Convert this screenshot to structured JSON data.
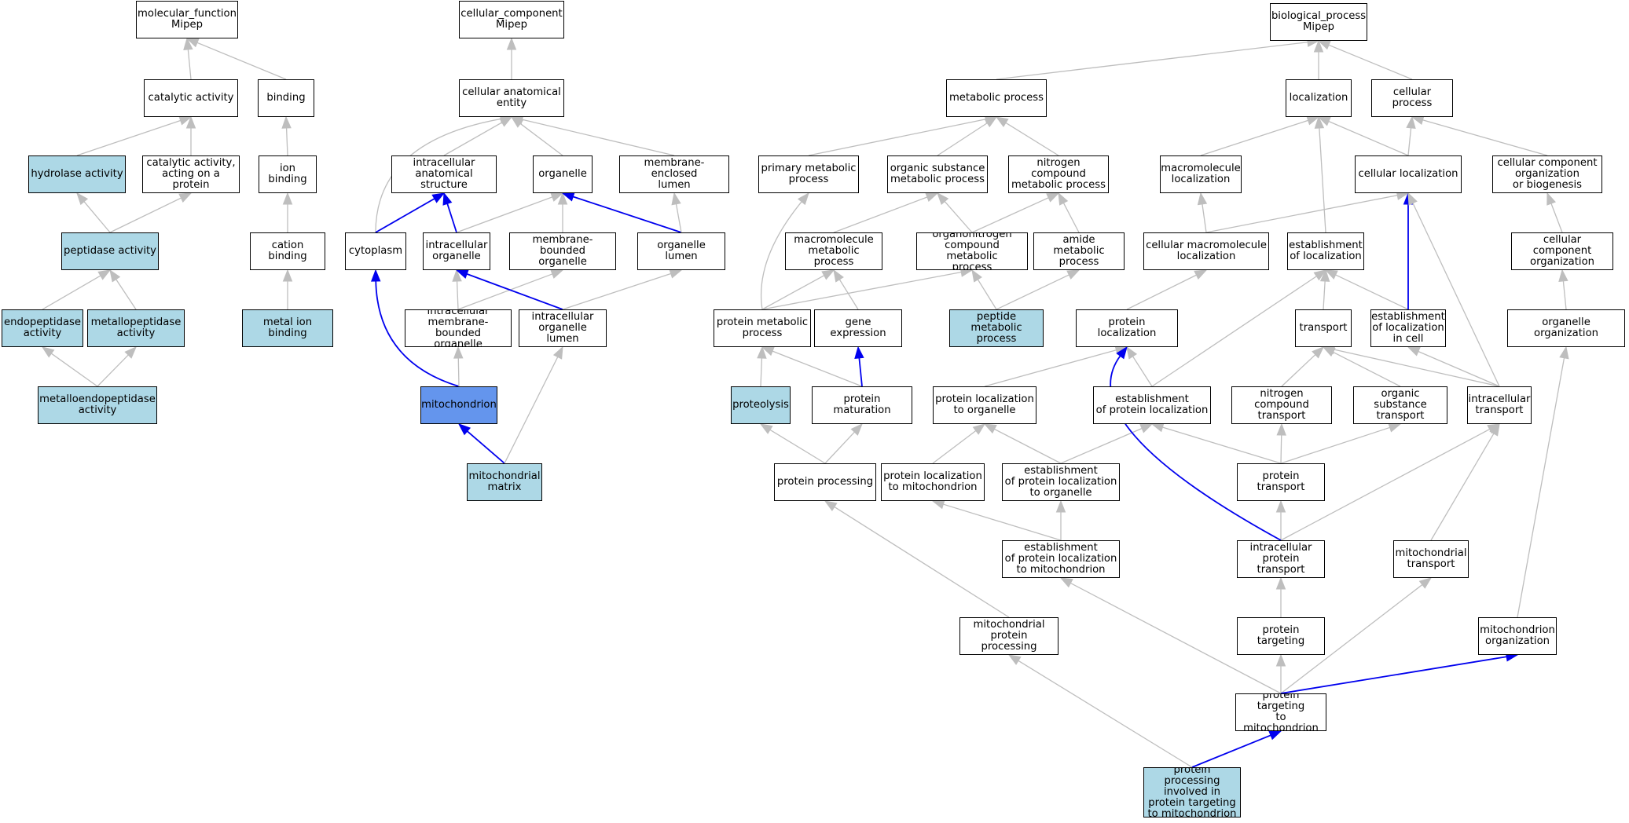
{
  "colors": {
    "edge_gray": "#bebebe",
    "edge_blue": "#0000ee",
    "node_highlight": "#add8e6",
    "node_focus": "#6495ed",
    "node_border": "#000000"
  },
  "nodes": [
    {
      "id": "mf_root",
      "label": "molecular_function\nMipep",
      "style": "plain"
    },
    {
      "id": "catalytic",
      "label": "catalytic activity",
      "style": "plain"
    },
    {
      "id": "binding",
      "label": "binding",
      "style": "plain"
    },
    {
      "id": "hydrolase",
      "label": "hydrolase activity",
      "style": "highlight"
    },
    {
      "id": "cat_protein",
      "label": "catalytic activity,\nacting on a\nprotein",
      "style": "plain"
    },
    {
      "id": "ion_binding",
      "label": "ion binding",
      "style": "plain"
    },
    {
      "id": "peptidase",
      "label": "peptidase activity",
      "style": "highlight"
    },
    {
      "id": "cation_binding",
      "label": "cation binding",
      "style": "plain"
    },
    {
      "id": "endopeptidase",
      "label": "endopeptidase\nactivity",
      "style": "highlight"
    },
    {
      "id": "metallopeptidase",
      "label": "metallopeptidase\nactivity",
      "style": "highlight"
    },
    {
      "id": "metal_ion",
      "label": "metal ion binding",
      "style": "highlight"
    },
    {
      "id": "metalloendo",
      "label": "metalloendopeptidase\nactivity",
      "style": "highlight"
    },
    {
      "id": "cc_root",
      "label": "cellular_component\nMipep",
      "style": "plain"
    },
    {
      "id": "cae",
      "label": "cellular anatomical\nentity",
      "style": "plain"
    },
    {
      "id": "ias",
      "label": "intracellular\nanatomical structure",
      "style": "plain"
    },
    {
      "id": "organelle",
      "label": "organelle",
      "style": "plain"
    },
    {
      "id": "mel",
      "label": "membrane-enclosed\nlumen",
      "style": "plain"
    },
    {
      "id": "cytoplasm",
      "label": "cytoplasm",
      "style": "plain"
    },
    {
      "id": "intra_org",
      "label": "intracellular\norganelle",
      "style": "plain"
    },
    {
      "id": "mbo",
      "label": "membrane-bounded\norganelle",
      "style": "plain"
    },
    {
      "id": "org_lumen",
      "label": "organelle lumen",
      "style": "plain"
    },
    {
      "id": "imbo",
      "label": "intracellular\nmembrane-bounded\norganelle",
      "style": "plain"
    },
    {
      "id": "iol",
      "label": "intracellular\norganelle lumen",
      "style": "plain"
    },
    {
      "id": "mitochondrion",
      "label": "mitochondrion",
      "style": "focus"
    },
    {
      "id": "mito_matrix",
      "label": "mitochondrial\nmatrix",
      "style": "highlight"
    },
    {
      "id": "bp_root",
      "label": "biological_process\nMipep",
      "style": "plain"
    },
    {
      "id": "metabolic",
      "label": "metabolic process",
      "style": "plain"
    },
    {
      "id": "localization",
      "label": "localization",
      "style": "plain"
    },
    {
      "id": "cellular_process",
      "label": "cellular process",
      "style": "plain"
    },
    {
      "id": "primary_met",
      "label": "primary metabolic\nprocess",
      "style": "plain"
    },
    {
      "id": "org_sub_met",
      "label": "organic substance\nmetabolic process",
      "style": "plain"
    },
    {
      "id": "nitrogen_met",
      "label": "nitrogen compound\nmetabolic process",
      "style": "plain"
    },
    {
      "id": "macromol_loc",
      "label": "macromolecule\nlocalization",
      "style": "plain"
    },
    {
      "id": "cell_loc",
      "label": "cellular localization",
      "style": "plain"
    },
    {
      "id": "ccob",
      "label": "cellular component\norganization\nor biogenesis",
      "style": "plain"
    },
    {
      "id": "macromol_met",
      "label": "macromolecule\nmetabolic process",
      "style": "plain"
    },
    {
      "id": "organonitrogen",
      "label": "organonitrogen\ncompound metabolic\nprocess",
      "style": "plain"
    },
    {
      "id": "amide_met",
      "label": "amide metabolic\nprocess",
      "style": "plain"
    },
    {
      "id": "cell_macromol_loc",
      "label": "cellular macromolecule\nlocalization",
      "style": "plain"
    },
    {
      "id": "estab_loc",
      "label": "establishment\nof localization",
      "style": "plain"
    },
    {
      "id": "cc_org",
      "label": "cellular component\norganization",
      "style": "plain"
    },
    {
      "id": "protein_met",
      "label": "protein metabolic\nprocess",
      "style": "plain"
    },
    {
      "id": "gene_expr",
      "label": "gene expression",
      "style": "plain"
    },
    {
      "id": "peptide_met",
      "label": "peptide metabolic\nprocess",
      "style": "highlight"
    },
    {
      "id": "protein_loc",
      "label": "protein localization",
      "style": "plain"
    },
    {
      "id": "transport",
      "label": "transport",
      "style": "plain"
    },
    {
      "id": "estab_loc_cell",
      "label": "establishment\nof localization\nin cell",
      "style": "plain"
    },
    {
      "id": "organelle_org",
      "label": "organelle organization",
      "style": "plain"
    },
    {
      "id": "proteolysis",
      "label": "proteolysis",
      "style": "highlight"
    },
    {
      "id": "protein_mat",
      "label": "protein maturation",
      "style": "plain"
    },
    {
      "id": "prot_loc_org",
      "label": "protein localization\nto organelle",
      "style": "plain"
    },
    {
      "id": "estab_prot_loc",
      "label": "establishment\nof protein localization",
      "style": "plain"
    },
    {
      "id": "nitrogen_transport",
      "label": "nitrogen compound\ntransport",
      "style": "plain"
    },
    {
      "id": "org_sub_transport",
      "label": "organic substance\ntransport",
      "style": "plain"
    },
    {
      "id": "intra_transport",
      "label": "intracellular\ntransport",
      "style": "plain"
    },
    {
      "id": "protein_processing",
      "label": "protein processing",
      "style": "plain"
    },
    {
      "id": "prot_loc_mito",
      "label": "protein localization\nto mitochondrion",
      "style": "plain"
    },
    {
      "id": "estab_prot_loc_org",
      "label": "establishment\nof protein localization\nto organelle",
      "style": "plain"
    },
    {
      "id": "protein_transport",
      "label": "protein transport",
      "style": "plain"
    },
    {
      "id": "estab_prot_loc_mito",
      "label": "establishment\nof protein localization\nto mitochondrion",
      "style": "plain"
    },
    {
      "id": "intra_prot_transport",
      "label": "intracellular\nprotein transport",
      "style": "plain"
    },
    {
      "id": "mito_transport",
      "label": "mitochondrial\ntransport",
      "style": "plain"
    },
    {
      "id": "mito_prot_proc",
      "label": "mitochondrial\nprotein processing",
      "style": "plain"
    },
    {
      "id": "protein_targeting",
      "label": "protein targeting",
      "style": "plain"
    },
    {
      "id": "mito_org",
      "label": "mitochondrion\norganization",
      "style": "plain"
    },
    {
      "id": "prot_target_mito",
      "label": "protein targeting\nto mitochondrion",
      "style": "plain"
    },
    {
      "id": "ppitm",
      "label": "protein processing\ninvolved in\nprotein targeting\nto mitochondrion",
      "style": "highlight"
    }
  ],
  "edges": [
    {
      "from": "catalytic",
      "to": "mf_root",
      "color": "gray"
    },
    {
      "from": "binding",
      "to": "mf_root",
      "color": "gray"
    },
    {
      "from": "hydrolase",
      "to": "catalytic",
      "color": "gray"
    },
    {
      "from": "cat_protein",
      "to": "catalytic",
      "color": "gray"
    },
    {
      "from": "ion_binding",
      "to": "binding",
      "color": "gray"
    },
    {
      "from": "peptidase",
      "to": "hydrolase",
      "color": "gray"
    },
    {
      "from": "peptidase",
      "to": "cat_protein",
      "color": "gray"
    },
    {
      "from": "cation_binding",
      "to": "ion_binding",
      "color": "gray"
    },
    {
      "from": "endopeptidase",
      "to": "peptidase",
      "color": "gray"
    },
    {
      "from": "metallopeptidase",
      "to": "peptidase",
      "color": "gray"
    },
    {
      "from": "metal_ion",
      "to": "cation_binding",
      "color": "gray"
    },
    {
      "from": "metalloendo",
      "to": "endopeptidase",
      "color": "gray"
    },
    {
      "from": "metalloendo",
      "to": "metallopeptidase",
      "color": "gray"
    },
    {
      "from": "cae",
      "to": "cc_root",
      "color": "gray"
    },
    {
      "from": "ias",
      "to": "cae",
      "color": "gray"
    },
    {
      "from": "organelle",
      "to": "cae",
      "color": "gray"
    },
    {
      "from": "mel",
      "to": "cae",
      "color": "gray"
    },
    {
      "from": "cytoplasm",
      "to": "cae",
      "color": "gray",
      "curve": true
    },
    {
      "from": "cytoplasm",
      "to": "ias",
      "color": "blue"
    },
    {
      "from": "intra_org",
      "to": "ias",
      "color": "blue"
    },
    {
      "from": "intra_org",
      "to": "organelle",
      "color": "gray"
    },
    {
      "from": "mbo",
      "to": "organelle",
      "color": "gray"
    },
    {
      "from": "org_lumen",
      "to": "organelle",
      "color": "blue"
    },
    {
      "from": "org_lumen",
      "to": "mel",
      "color": "gray"
    },
    {
      "from": "imbo",
      "to": "intra_org",
      "color": "gray"
    },
    {
      "from": "imbo",
      "to": "mbo",
      "color": "gray"
    },
    {
      "from": "iol",
      "to": "intra_org",
      "color": "blue"
    },
    {
      "from": "iol",
      "to": "org_lumen",
      "color": "gray"
    },
    {
      "from": "mitochondrion",
      "to": "cytoplasm",
      "color": "blue",
      "curve": true
    },
    {
      "from": "mitochondrion",
      "to": "imbo",
      "color": "gray"
    },
    {
      "from": "mito_matrix",
      "to": "mitochondrion",
      "color": "blue"
    },
    {
      "from": "mito_matrix",
      "to": "iol",
      "color": "gray"
    },
    {
      "from": "metabolic",
      "to": "bp_root",
      "color": "gray"
    },
    {
      "from": "localization",
      "to": "bp_root",
      "color": "gray"
    },
    {
      "from": "cellular_process",
      "to": "bp_root",
      "color": "gray"
    },
    {
      "from": "primary_met",
      "to": "metabolic",
      "color": "gray"
    },
    {
      "from": "org_sub_met",
      "to": "metabolic",
      "color": "gray"
    },
    {
      "from": "nitrogen_met",
      "to": "metabolic",
      "color": "gray"
    },
    {
      "from": "macromol_loc",
      "to": "localization",
      "color": "gray"
    },
    {
      "from": "cell_loc",
      "to": "localization",
      "color": "gray"
    },
    {
      "from": "cell_loc",
      "to": "cellular_process",
      "color": "gray"
    },
    {
      "from": "ccob",
      "to": "cellular_process",
      "color": "gray"
    },
    {
      "from": "macromol_met",
      "to": "org_sub_met",
      "color": "gray"
    },
    {
      "from": "organonitrogen",
      "to": "org_sub_met",
      "color": "gray"
    },
    {
      "from": "organonitrogen",
      "to": "nitrogen_met",
      "color": "gray"
    },
    {
      "from": "amide_met",
      "to": "nitrogen_met",
      "color": "gray"
    },
    {
      "from": "cell_macromol_loc",
      "to": "macromol_loc",
      "color": "gray"
    },
    {
      "from": "cell_macromol_loc",
      "to": "cell_loc",
      "color": "gray"
    },
    {
      "from": "estab_loc",
      "to": "localization",
      "color": "gray"
    },
    {
      "from": "cc_org",
      "to": "ccob",
      "color": "gray"
    },
    {
      "from": "protein_met",
      "to": "primary_met",
      "color": "gray",
      "curve": true
    },
    {
      "from": "protein_met",
      "to": "macromol_met",
      "color": "gray"
    },
    {
      "from": "protein_met",
      "to": "organonitrogen",
      "color": "gray"
    },
    {
      "from": "gene_expr",
      "to": "macromol_met",
      "color": "gray"
    },
    {
      "from": "peptide_met",
      "to": "organonitrogen",
      "color": "gray"
    },
    {
      "from": "peptide_met",
      "to": "amide_met",
      "color": "gray"
    },
    {
      "from": "protein_loc",
      "to": "cell_macromol_loc",
      "color": "gray"
    },
    {
      "from": "transport",
      "to": "estab_loc",
      "color": "gray"
    },
    {
      "from": "estab_loc_cell",
      "to": "estab_loc",
      "color": "gray"
    },
    {
      "from": "estab_loc_cell",
      "to": "cell_loc",
      "color": "blue"
    },
    {
      "from": "organelle_org",
      "to": "cc_org",
      "color": "gray"
    },
    {
      "from": "proteolysis",
      "to": "protein_met",
      "color": "gray"
    },
    {
      "from": "protein_mat",
      "to": "protein_met",
      "color": "gray"
    },
    {
      "from": "protein_mat",
      "to": "gene_expr",
      "color": "blue"
    },
    {
      "from": "prot_loc_org",
      "to": "protein_loc",
      "color": "gray"
    },
    {
      "from": "estab_prot_loc",
      "to": "protein_loc",
      "color": "gray"
    },
    {
      "from": "estab_prot_loc",
      "to": "estab_loc",
      "color": "gray"
    },
    {
      "from": "nitrogen_transport",
      "to": "transport",
      "color": "gray"
    },
    {
      "from": "org_sub_transport",
      "to": "transport",
      "color": "gray"
    },
    {
      "from": "intra_transport",
      "to": "transport",
      "color": "gray"
    },
    {
      "from": "intra_transport",
      "to": "estab_loc_cell",
      "color": "gray"
    },
    {
      "from": "intra_transport",
      "to": "cell_loc",
      "color": "gray"
    },
    {
      "from": "protein_processing",
      "to": "proteolysis",
      "color": "gray"
    },
    {
      "from": "protein_processing",
      "to": "protein_mat",
      "color": "gray"
    },
    {
      "from": "prot_loc_mito",
      "to": "prot_loc_org",
      "color": "gray"
    },
    {
      "from": "estab_prot_loc_org",
      "to": "prot_loc_org",
      "color": "gray"
    },
    {
      "from": "estab_prot_loc_org",
      "to": "estab_prot_loc",
      "color": "gray"
    },
    {
      "from": "protein_transport",
      "to": "estab_prot_loc",
      "color": "gray"
    },
    {
      "from": "protein_transport",
      "to": "nitrogen_transport",
      "color": "gray"
    },
    {
      "from": "protein_transport",
      "to": "org_sub_transport",
      "color": "gray"
    },
    {
      "from": "estab_prot_loc_mito",
      "to": "prot_loc_mito",
      "color": "gray"
    },
    {
      "from": "estab_prot_loc_mito",
      "to": "estab_prot_loc_org",
      "color": "gray"
    },
    {
      "from": "intra_prot_transport",
      "to": "protein_transport",
      "color": "gray"
    },
    {
      "from": "intra_prot_transport",
      "to": "intra_transport",
      "color": "gray"
    },
    {
      "from": "intra_prot_transport",
      "to": "protein_loc",
      "color": "blue",
      "curve": true
    },
    {
      "from": "mito_transport",
      "to": "intra_transport",
      "color": "gray"
    },
    {
      "from": "mito_prot_proc",
      "to": "protein_processing",
      "color": "gray"
    },
    {
      "from": "protein_targeting",
      "to": "intra_prot_transport",
      "color": "gray"
    },
    {
      "from": "mito_org",
      "to": "organelle_org",
      "color": "gray"
    },
    {
      "from": "prot_target_mito",
      "to": "protein_targeting",
      "color": "gray"
    },
    {
      "from": "prot_target_mito",
      "to": "estab_prot_loc_mito",
      "color": "gray"
    },
    {
      "from": "prot_target_mito",
      "to": "mito_transport",
      "color": "gray"
    },
    {
      "from": "prot_target_mito",
      "to": "mito_org",
      "color": "blue"
    },
    {
      "from": "ppitm",
      "to": "prot_target_mito",
      "color": "blue"
    },
    {
      "from": "ppitm",
      "to": "mito_prot_proc",
      "color": "gray"
    }
  ]
}
